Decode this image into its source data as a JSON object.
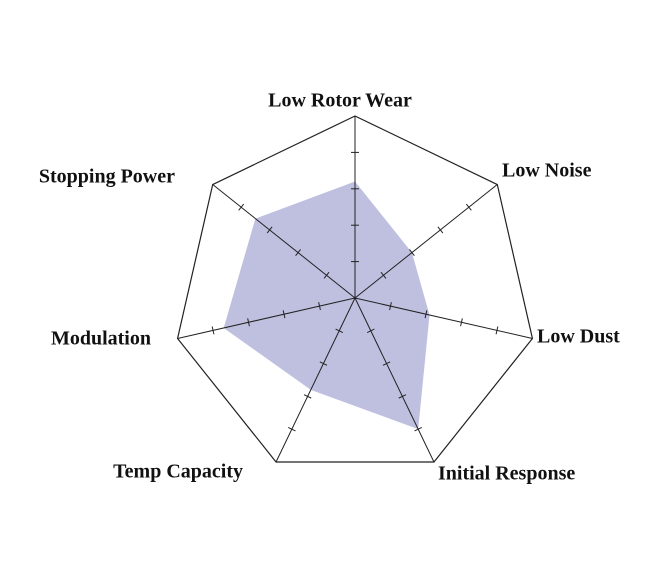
{
  "chart_data": {
    "type": "radar",
    "axes": [
      "Low Rotor Wear",
      "Low Noise",
      "Low Dust",
      "Initial Response",
      "Temp Capacity",
      "Modulation",
      "Stopping Power"
    ],
    "range": [
      0,
      5
    ],
    "ticks": [
      1,
      2,
      3,
      4
    ],
    "series": [
      {
        "values": [
          3.2,
          2.0,
          2.1,
          4.0,
          2.8,
          3.7,
          3.5
        ]
      }
    ],
    "fill_color": "#bfc0e0",
    "line_color": "#222222",
    "grid": false
  }
}
